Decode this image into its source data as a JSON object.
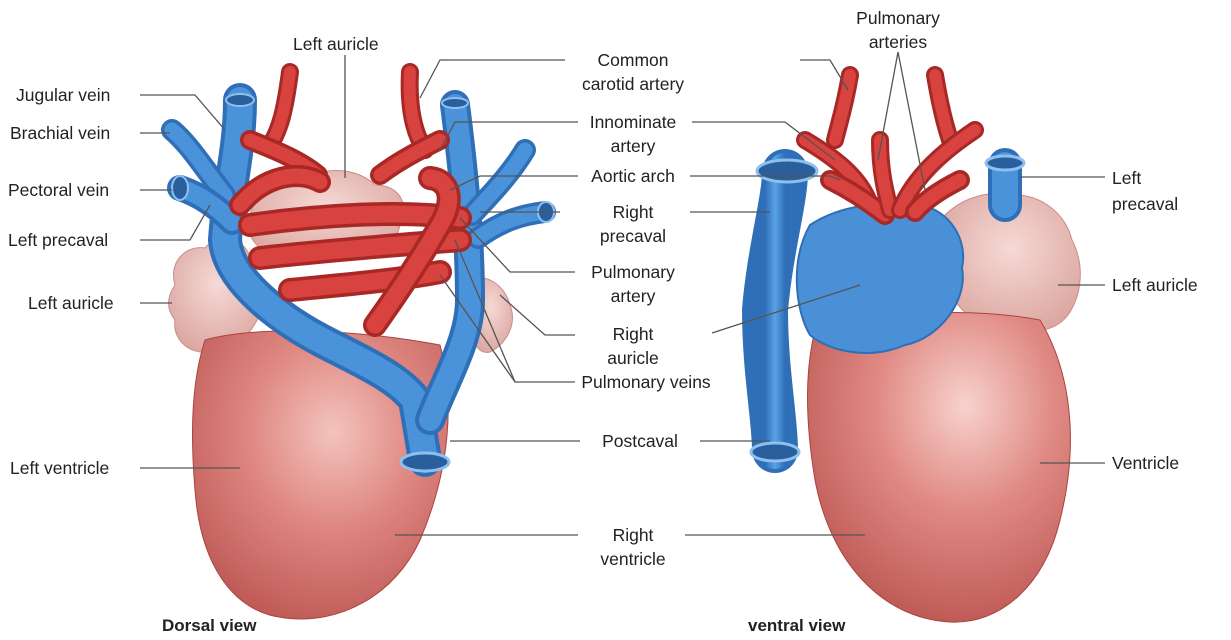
{
  "captions": {
    "dorsal": "Dorsal view",
    "ventral": "ventral view"
  },
  "labels": {
    "left_auricle_top": "Left auricle",
    "jugular_vein": "Jugular vein",
    "brachial_vein": "Brachial vein",
    "pectoral_vein": "Pectoral vein",
    "left_precaval_left": "Left precaval",
    "left_auricle_dorsal": "Left auricle",
    "left_ventricle": "Left ventricle",
    "common_carotid_1": "Common",
    "common_carotid_2": "carotid artery",
    "innominate_1": "Innominate",
    "innominate_2": "artery",
    "aortic_arch": "Aortic arch",
    "right_precaval_1": "Right",
    "right_precaval_2": "precaval",
    "pulmonary_artery_1": "Pulmonary",
    "pulmonary_artery_2": "artery",
    "right_auricle_1": "Right",
    "right_auricle_2": "auricle",
    "pulmonary_veins": "Pulmonary veins",
    "postcaval": "Postcaval",
    "right_ventricle_1": "Right",
    "right_ventricle_2": "ventricle",
    "pulmonary_arteries_1": "Pulmonary",
    "pulmonary_arteries_2": "arteries",
    "left_precaval_right_1": "Left",
    "left_precaval_right_2": "precaval",
    "left_auricle_ventral": "Left auricle",
    "ventricle": "Ventricle"
  },
  "colors": {
    "ventricle": "#d5736f",
    "auricle": "#e9b7b2",
    "artery": "#d43c3a",
    "vein": "#3f88d2",
    "leader": "#555555"
  }
}
